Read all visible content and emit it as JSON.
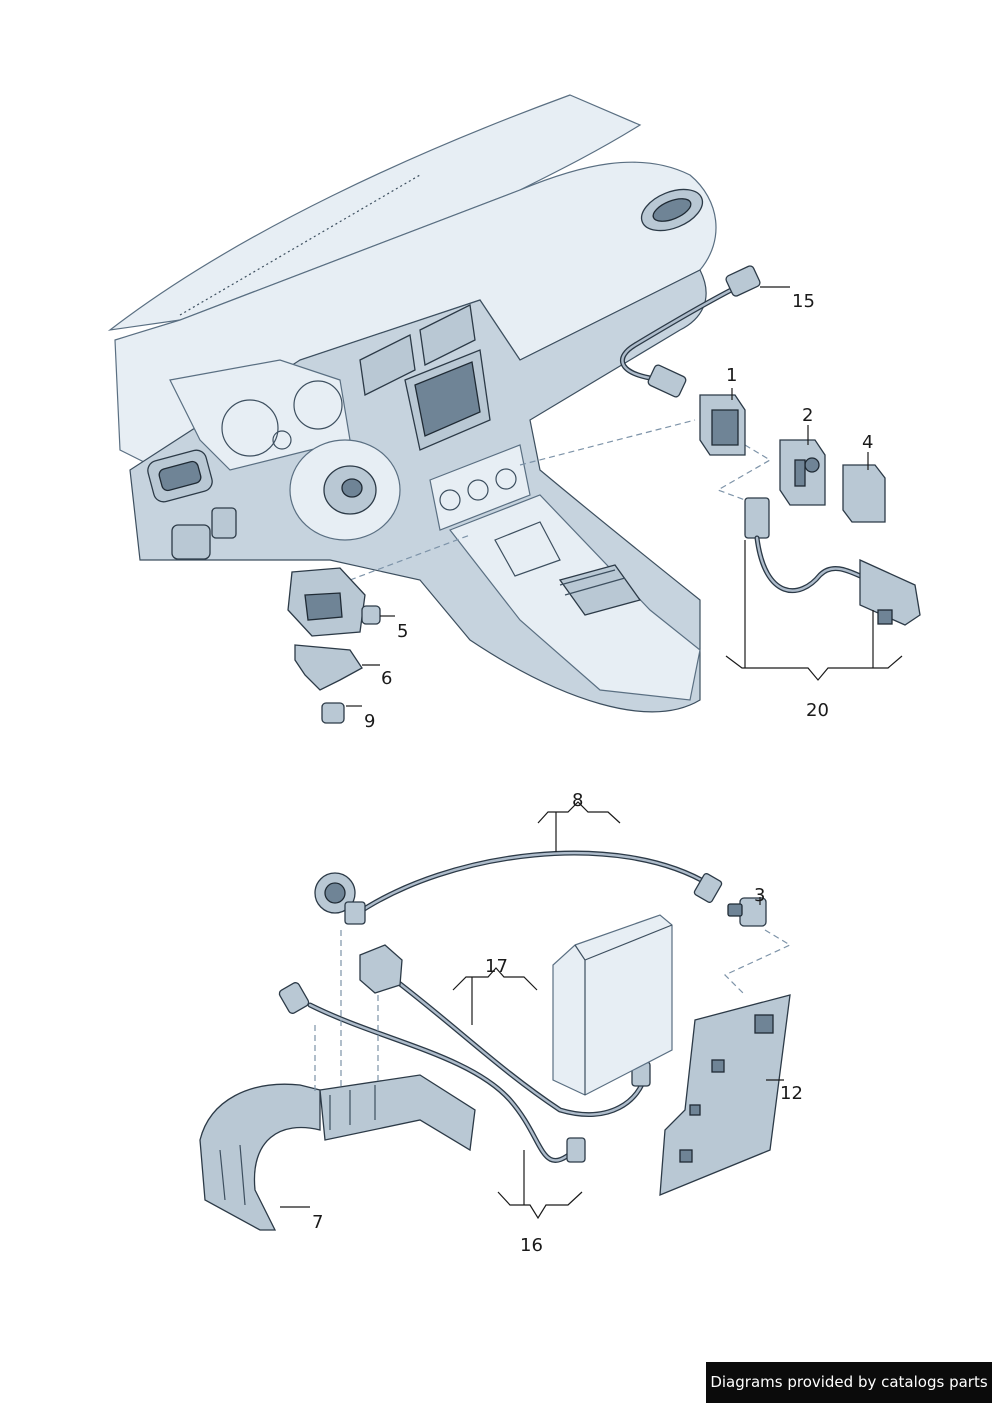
{
  "callouts": {
    "c1": "1",
    "c2": "2",
    "c3": "3",
    "c4": "4",
    "c5": "5",
    "c6": "6",
    "c7": "7",
    "c8": "8",
    "c9": "9",
    "c12": "12",
    "c15": "15",
    "c16": "16",
    "c17": "17",
    "c20": "20"
  },
  "credit": "Diagrams provided by catalogs parts",
  "colors": {
    "line": "#2c3a47",
    "fill_light": "#e7eef4",
    "fill_mid": "#b9c8d4",
    "dash": "#7d93a8"
  }
}
